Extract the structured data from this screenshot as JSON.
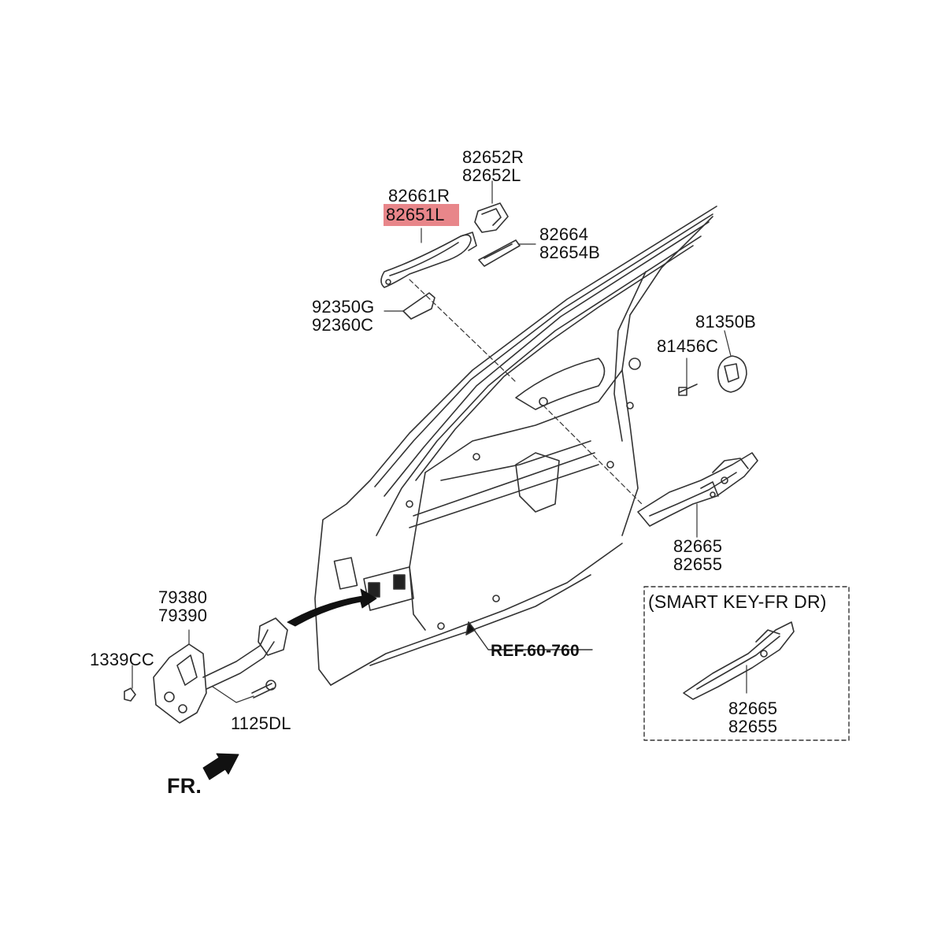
{
  "diagram": {
    "labels": {
      "handle_r": "82661R",
      "handle_l": "82651L",
      "cover_r": "82652R",
      "cover_l": "82652L",
      "pad_a": "82664",
      "pad_b": "82654B",
      "sensor_a": "92350G",
      "sensor_b": "92360C",
      "striker": "81350B",
      "screw": "81456C",
      "bracket_a": "82665",
      "bracket_b": "82655",
      "checker_a": "79380",
      "checker_b": "79390",
      "nut": "1339CC",
      "bolt": "1125DL",
      "ref": "REF.60-760",
      "front": "FR."
    },
    "smart_key": {
      "title": "(SMART KEY-FR DR)",
      "bracket_a": "82665",
      "bracket_b": "82655"
    },
    "highlight_color": "#e8868a"
  }
}
